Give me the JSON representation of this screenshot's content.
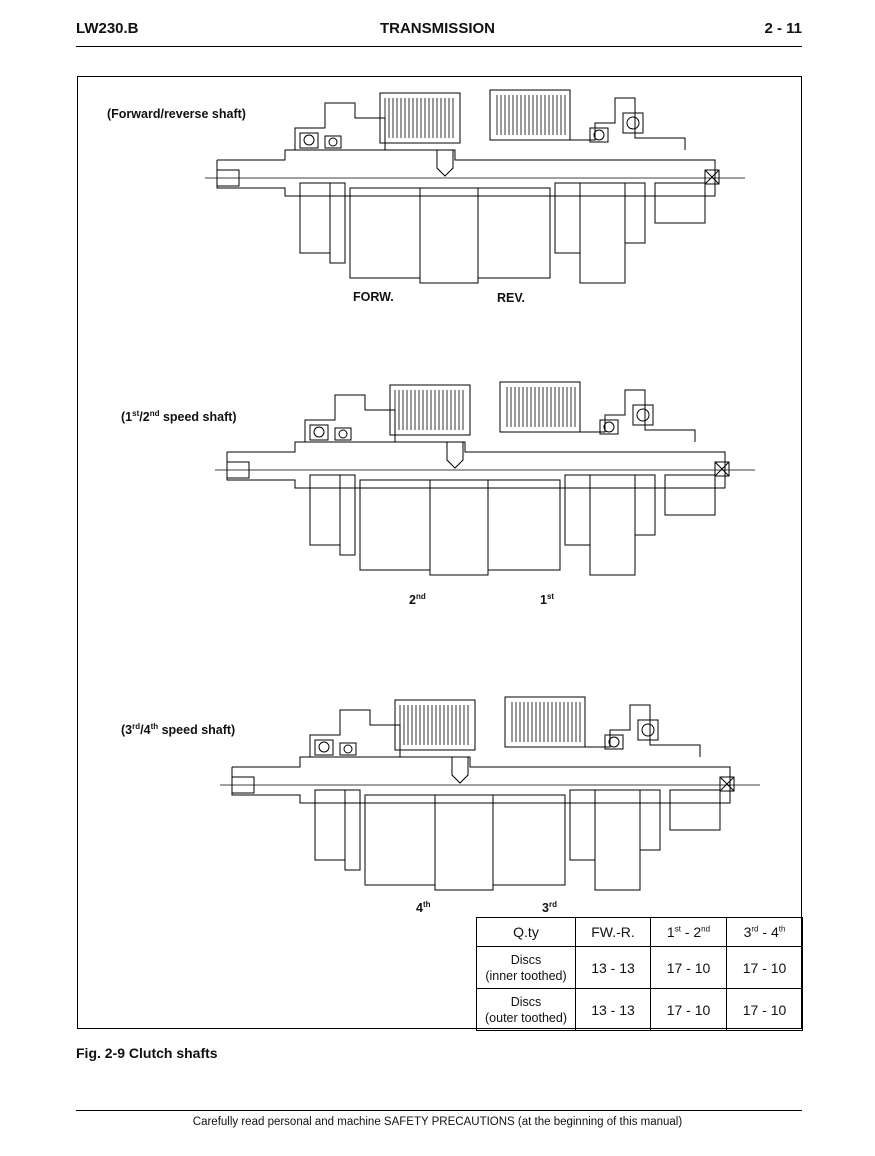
{
  "header": {
    "left": "LW230.B",
    "center": "TRANSMISSION",
    "right": "2 - 11"
  },
  "shafts": [
    {
      "label": "(Forward/reverse shaft)",
      "gear_a": "FORW.",
      "gear_b": "REV."
    },
    {
      "label_parts": [
        "(1",
        "st",
        "/2",
        "nd",
        " speed shaft)"
      ],
      "gear_a": [
        "2",
        "nd"
      ],
      "gear_b": [
        "1",
        "st"
      ]
    },
    {
      "label_parts": [
        "(3",
        "rd",
        "/4",
        "th",
        " speed shaft)"
      ],
      "gear_a": [
        "4",
        "th"
      ],
      "gear_b": [
        "3",
        "rd"
      ]
    }
  ],
  "table": {
    "header": {
      "qty": "Q.ty",
      "fwr": "FW.-R.",
      "c12": [
        "1",
        "st",
        " - 2",
        "nd"
      ],
      "c34": [
        "3",
        "rd",
        " - 4",
        "th"
      ]
    },
    "rows": [
      {
        "label": [
          "Discs",
          "(inner toothed)"
        ],
        "fwr": "13 - 13",
        "c12": "17 - 10",
        "c34": "17 - 10"
      },
      {
        "label": [
          "Discs",
          "(outer toothed)"
        ],
        "fwr": "13 - 13",
        "c12": "17 - 10",
        "c34": "17 - 10"
      }
    ]
  },
  "caption": "Fig. 2-9   Clutch shafts",
  "footer": "Carefully read personal and machine SAFETY PRECAUTIONS (at the beginning of this manual)"
}
